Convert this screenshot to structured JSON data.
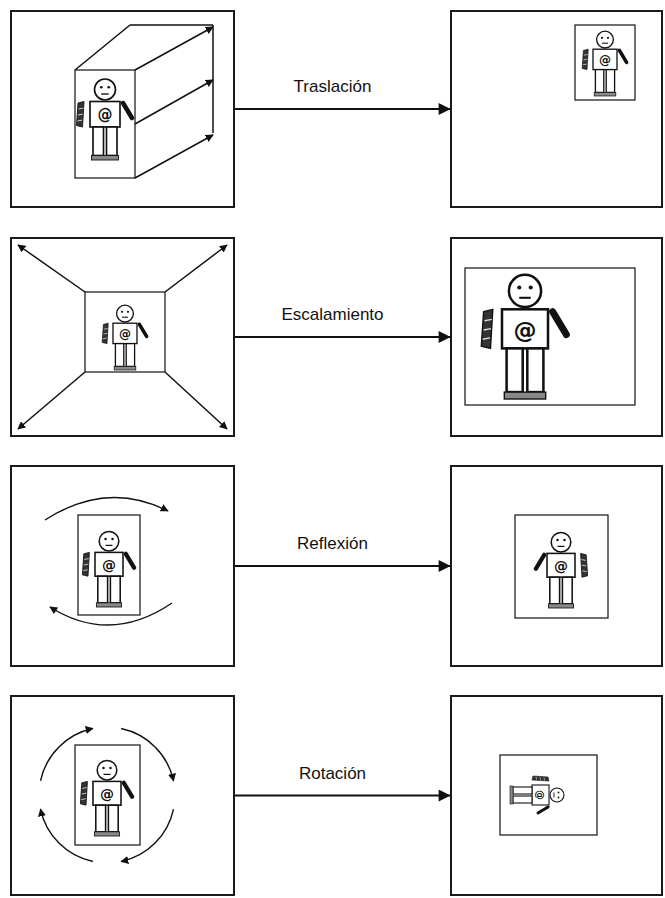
{
  "diagram": {
    "nodes": [
      {
        "text": [
          "@"
        ]
      },
      {
        "text": [
          "@"
        ]
      },
      {
        "text": [
          "@"
        ]
      },
      {
        "text": [
          "@"
        ]
      },
      {
        "text": [
          "@"
        ]
      },
      {
        "text": [
          "@"
        ]
      },
      {
        "text": [
          "@"
        ]
      },
      {
        "text": [
          "@"
        ]
      }
    ],
    "edges": [
      {
        "from": 0,
        "to": 1,
        "arrow": "to",
        "label": "Traslación"
      },
      {
        "from": 2,
        "to": 3,
        "arrow": "to",
        "label": "Escalamiento"
      },
      {
        "from": 4,
        "to": 5,
        "arrow": "to",
        "label": "Reflexión"
      },
      {
        "from": 6,
        "to": 7,
        "arrow": "to",
        "label": "Rotación"
      }
    ]
  }
}
